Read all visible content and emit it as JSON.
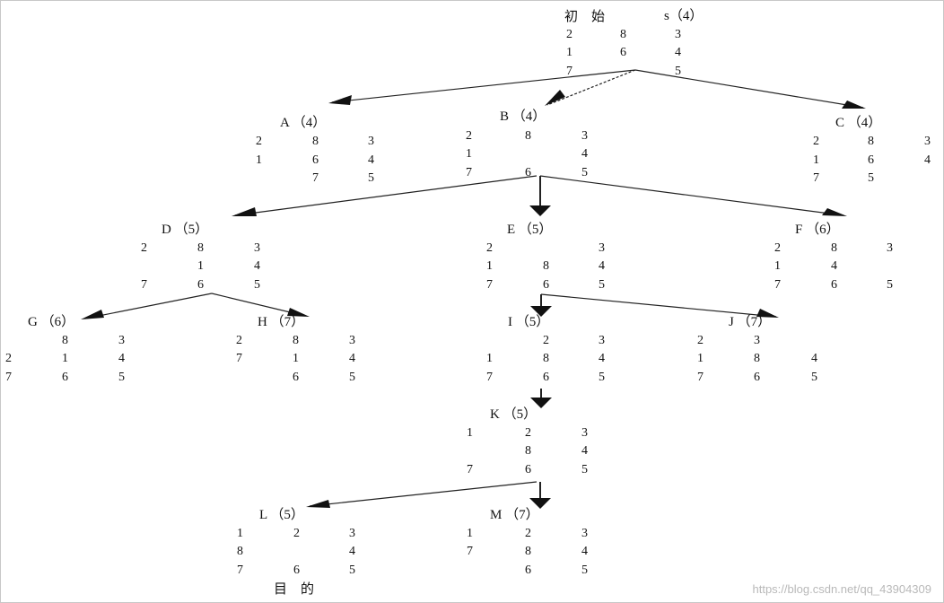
{
  "start": {
    "title": "初　始",
    "label": "s（4）",
    "grid": [
      [
        "2",
        "8",
        "3"
      ],
      [
        "1",
        "6",
        "4"
      ],
      [
        "7",
        "",
        "5"
      ]
    ]
  },
  "nodes": {
    "A": {
      "label": "A （4）",
      "grid": [
        [
          "2",
          "8",
          "3"
        ],
        [
          "1",
          "6",
          "4"
        ],
        [
          "",
          "7",
          "5"
        ]
      ]
    },
    "B": {
      "label": "B （4）",
      "grid": [
        [
          "2",
          "8",
          "3"
        ],
        [
          "1",
          "",
          "4"
        ],
        [
          "7",
          "6",
          "5"
        ]
      ]
    },
    "C": {
      "label": "C （4）",
      "grid": [
        [
          "2",
          "8",
          "3"
        ],
        [
          "1",
          "6",
          "4"
        ],
        [
          "7",
          "5",
          ""
        ]
      ]
    },
    "D": {
      "label": "D （5）",
      "grid": [
        [
          "2",
          "8",
          "3"
        ],
        [
          "",
          "1",
          "4"
        ],
        [
          "7",
          "6",
          "5"
        ]
      ]
    },
    "E": {
      "label": "E （5）",
      "grid": [
        [
          "2",
          "",
          "3"
        ],
        [
          "1",
          "8",
          "4"
        ],
        [
          "7",
          "6",
          "5"
        ]
      ]
    },
    "F": {
      "label": "F （6）",
      "grid": [
        [
          "2",
          "8",
          "3"
        ],
        [
          "1",
          "4",
          ""
        ],
        [
          "7",
          "6",
          "5"
        ]
      ]
    },
    "G": {
      "label": "G （6）",
      "grid": [
        [
          "",
          "8",
          "3"
        ],
        [
          "2",
          "1",
          "4"
        ],
        [
          "7",
          "6",
          "5"
        ]
      ]
    },
    "H": {
      "label": "H （7）",
      "grid": [
        [
          "2",
          "8",
          "3"
        ],
        [
          "7",
          "1",
          "4"
        ],
        [
          "",
          "6",
          "5"
        ]
      ]
    },
    "I": {
      "label": "I （5）",
      "grid": [
        [
          "",
          "2",
          "3"
        ],
        [
          "1",
          "8",
          "4"
        ],
        [
          "7",
          "6",
          "5"
        ]
      ]
    },
    "J": {
      "label": "J （7）",
      "grid": [
        [
          "2",
          "3",
          ""
        ],
        [
          "1",
          "8",
          "4"
        ],
        [
          "7",
          "6",
          "5"
        ]
      ]
    },
    "K": {
      "label": "K （5）",
      "grid": [
        [
          "1",
          "2",
          "3"
        ],
        [
          "",
          "8",
          "4"
        ],
        [
          "7",
          "6",
          "5"
        ]
      ]
    },
    "L": {
      "label": "L （5）",
      "grid": [
        [
          "1",
          "2",
          "3"
        ],
        [
          "8",
          "",
          "4"
        ],
        [
          "7",
          "6",
          "5"
        ]
      ]
    },
    "M": {
      "label": "M （7）",
      "grid": [
        [
          "1",
          "2",
          "3"
        ],
        [
          "7",
          "8",
          "4"
        ],
        [
          "",
          "6",
          "5"
        ]
      ]
    }
  },
  "goal_label": "目　的",
  "watermark": "https://blog.csdn.net/qq_43904309"
}
